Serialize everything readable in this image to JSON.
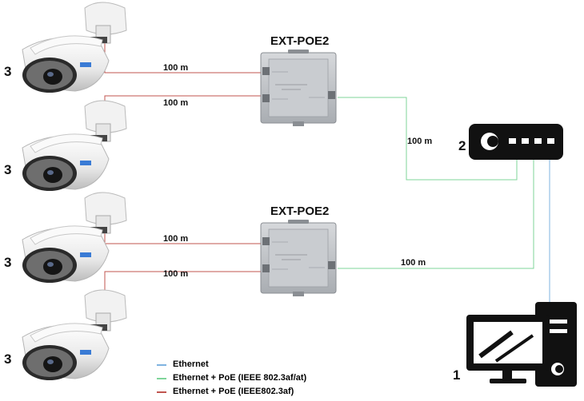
{
  "extenders": [
    {
      "title": "EXT-POE2"
    },
    {
      "title": "EXT-POE2"
    }
  ],
  "distances": [
    "100 m",
    "100 m",
    "100 m",
    "100 m",
    "100 m",
    "100 m"
  ],
  "numbers": {
    "computer": "1",
    "switch": "2",
    "cameras": [
      "3",
      "3",
      "3",
      "3"
    ]
  },
  "legend": [
    {
      "label": "Ethernet",
      "color": "#7fb3e0"
    },
    {
      "label": "Ethernet + PoE (IEEE 802.3af/at)",
      "color": "#7fd59a"
    },
    {
      "label": "Ethernet + PoE (IEEE802.3af)",
      "color": "#c0554f"
    }
  ],
  "colors": {
    "ethernet": "#7fb3e0",
    "poe_at": "#7fd59a",
    "poe_af": "#c0554f"
  }
}
